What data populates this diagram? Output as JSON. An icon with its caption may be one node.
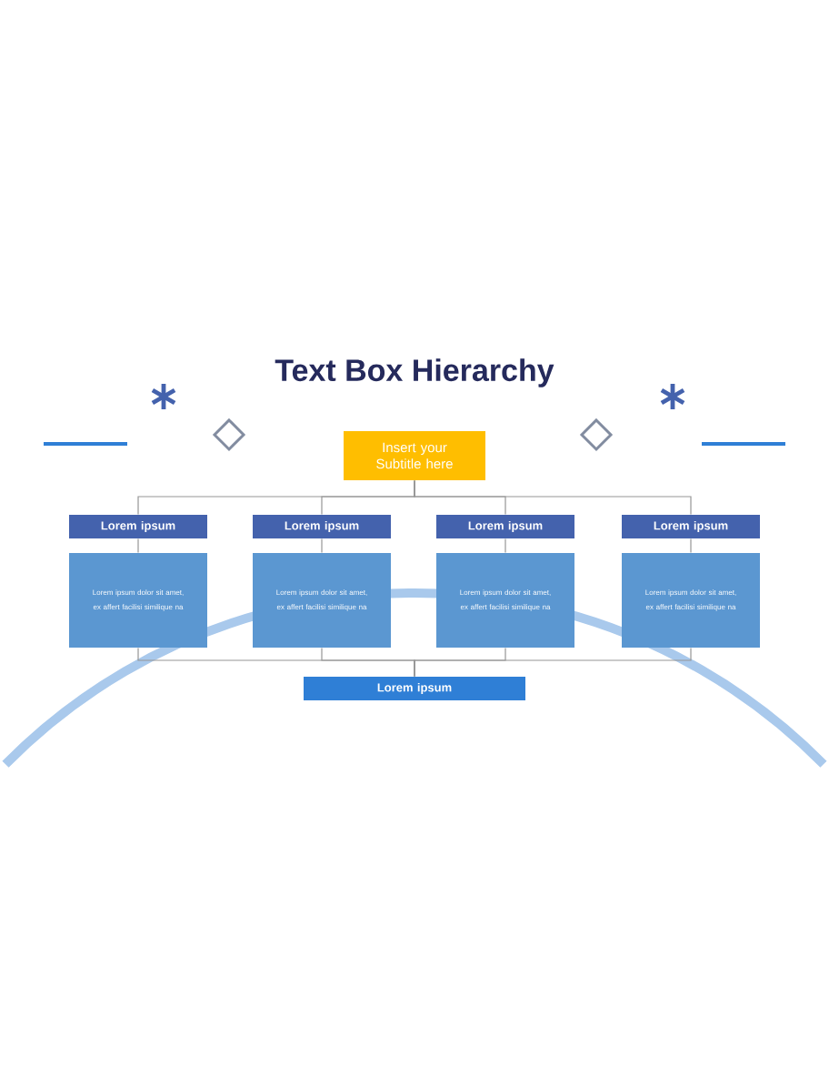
{
  "diagram": {
    "title": "Text Box Hierarchy",
    "nodes": [
      {
        "text": [
          "Insert your Subtitle here"
        ]
      },
      {
        "text": [
          "Lorem ipsum"
        ]
      },
      {
        "text": [
          "Lorem ipsum"
        ]
      },
      {
        "text": [
          "Lorem ipsum"
        ]
      },
      {
        "text": [
          "Lorem ipsum"
        ]
      },
      {
        "text": [
          "Lorem ipsum dolor sit amet, ex affert facilisi similique na"
        ]
      },
      {
        "text": [
          "Lorem ipsum dolor sit amet, ex affert facilisi similique na"
        ]
      },
      {
        "text": [
          "Lorem ipsum dolor sit amet, ex affert facilisi similique na"
        ]
      },
      {
        "text": [
          "Lorem ipsum dolor sit amet, ex affert facilisi similique na"
        ]
      },
      {
        "text": [
          "Lorem ipsum"
        ]
      }
    ],
    "edges": [
      {
        "from": 0,
        "to": 1,
        "arrow": "none"
      },
      {
        "from": 0,
        "to": 2,
        "arrow": "none"
      },
      {
        "from": 0,
        "to": 3,
        "arrow": "none"
      },
      {
        "from": 0,
        "to": 4,
        "arrow": "none"
      },
      {
        "from": 1,
        "to": 5,
        "arrow": "none"
      },
      {
        "from": 2,
        "to": 6,
        "arrow": "none"
      },
      {
        "from": 3,
        "to": 7,
        "arrow": "none"
      },
      {
        "from": 4,
        "to": 8,
        "arrow": "none"
      },
      {
        "from": 5,
        "to": 9,
        "arrow": "none"
      },
      {
        "from": 6,
        "to": 9,
        "arrow": "none"
      },
      {
        "from": 7,
        "to": 9,
        "arrow": "none"
      },
      {
        "from": 8,
        "to": 9,
        "arrow": "none"
      }
    ]
  }
}
